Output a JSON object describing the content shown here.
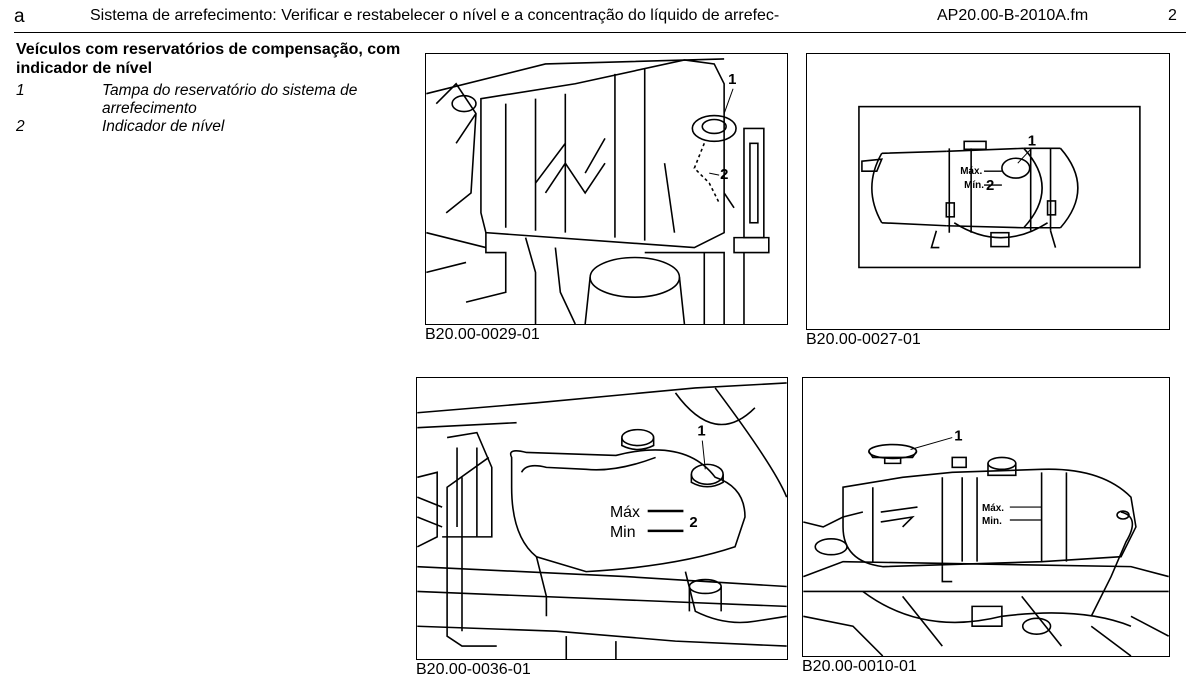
{
  "header": {
    "letter": "a",
    "title": "Sistema de arrefecimento: Verificar e restabelecer o nível e a concentração do líquido de arrefec-",
    "file": "AP20.00-B-2010A.fm",
    "page": "2"
  },
  "section": {
    "heading": "Veículos com reservatórios de compensação, com indicador de nível",
    "legend": [
      {
        "num": "1",
        "text": "Tampa do reservatório do sistema de arrefecimento"
      },
      {
        "num": "2",
        "text": "Indicador de nível"
      }
    ]
  },
  "figures": [
    {
      "caption": "B20.00-0029-01",
      "callout_1": "1",
      "callout_2": "2"
    },
    {
      "caption": "B20.00-0027-01",
      "callout_1": "1",
      "callout_2": "2",
      "max_label": "Máx.",
      "min_label": "Mín."
    },
    {
      "caption": "B20.00-0036-01",
      "callout_1": "1",
      "callout_2": "2",
      "max_label": "Máx",
      "min_label": "Min"
    },
    {
      "caption": "B20.00-0010-01",
      "callout_1": "1",
      "max_label": "Máx.",
      "min_label": "Min."
    }
  ]
}
